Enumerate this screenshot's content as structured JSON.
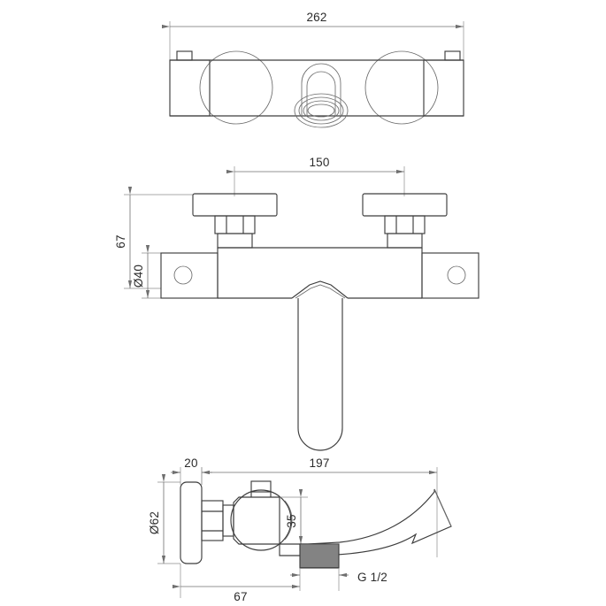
{
  "drawing": {
    "title": "Thermostatic bath shower mixer tap - technical dimension drawing",
    "units": "mm",
    "line_color": "#3d3d3d",
    "dimension_color": "#6f6f6f",
    "background": "#ffffff"
  },
  "views": {
    "top": {
      "name": "top-view",
      "label": ""
    },
    "front": {
      "name": "front-view",
      "label": ""
    },
    "side": {
      "name": "side-view",
      "label": ""
    }
  },
  "dimensions": {
    "overall_width": "262",
    "handle_centres": "150",
    "body_height": "67",
    "body_diameter": "Ø40",
    "escutcheon_diameter": "Ø62",
    "escutcheon_depth": "20",
    "spout_projection": "197",
    "outlet_height": "35",
    "outlet_offset": "67",
    "thread_size": "G 1/2"
  },
  "annotations": [
    {
      "id": "dim-262",
      "value": "262",
      "orientation": "horizontal"
    },
    {
      "id": "dim-150",
      "value": "150",
      "orientation": "horizontal"
    },
    {
      "id": "dim-67-height",
      "value": "67",
      "orientation": "vertical"
    },
    {
      "id": "dim-d40",
      "value": "Ø40",
      "orientation": "vertical"
    },
    {
      "id": "dim-20",
      "value": "20",
      "orientation": "horizontal"
    },
    {
      "id": "dim-197",
      "value": "197",
      "orientation": "horizontal"
    },
    {
      "id": "dim-d62",
      "value": "Ø62",
      "orientation": "vertical"
    },
    {
      "id": "dim-35",
      "value": "35",
      "orientation": "vertical"
    },
    {
      "id": "dim-67-offset",
      "value": "67",
      "orientation": "horizontal"
    },
    {
      "id": "label-thread",
      "value": "G 1/2",
      "orientation": "horizontal"
    }
  ]
}
